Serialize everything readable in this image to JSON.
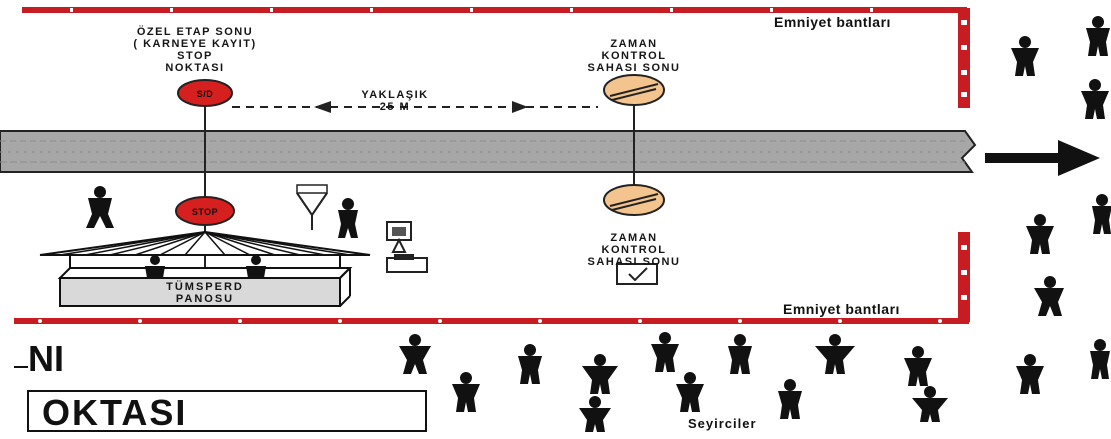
{
  "colors": {
    "tape_red": "#c71c22",
    "road_gray": "#a7a7a7",
    "stop_red": "#d61f1f",
    "zone_orange": "#f3c48d",
    "ink": "#111111"
  },
  "labels": {
    "stop_point": "ÖZEL ETAP SONU\n( KARNEYE KAYIT)\nSTOP\nNOKTASI",
    "time_control_top": "ZAMAN\nKONTROL\nSAHASI SONU",
    "time_control_bottom": "ZAMAN\nKONTROL\nSAHASI SONU",
    "distance": "YAKLAŞIK\n25 M",
    "tape_top": "Emniyet bantları",
    "tape_bottom": "Emniyet bantları",
    "sign_stop": "STOP",
    "sign_sd": "S/D",
    "hut": "TÜMSPERD\nPANOSU",
    "spectators": "Seyirciler",
    "big_ni": "NI",
    "big_oktasi": "OKTASI"
  },
  "icons": {
    "check": "check-icon",
    "arrow": "right-arrow-icon",
    "spectator": "person-icon",
    "timekeeper": "clock-icon"
  }
}
